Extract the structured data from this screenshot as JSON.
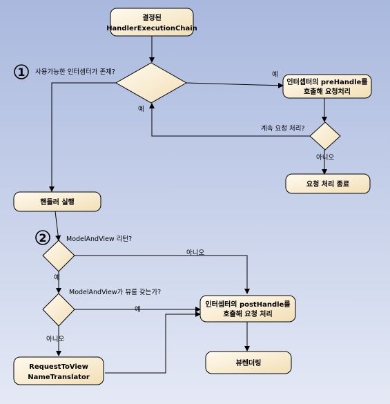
{
  "nodes": {
    "start": {
      "line1": "결정된",
      "line2": "HandlerExecutionChain"
    },
    "prehandle": {
      "line1": "인터셉터의 preHandle를",
      "line2": "호출해 요청처리"
    },
    "end_request": {
      "label": "요청 처리 종료"
    },
    "run_handler": {
      "label": "핸들러 실행"
    },
    "translator": {
      "line1": "RequestToView",
      "line2": "NameTranslator"
    },
    "posthandle": {
      "line1": "인터셉터의 postHandle를",
      "line2": "호출해 요청 처리"
    },
    "render": {
      "label": "뷰렌더링"
    }
  },
  "decisions": {
    "interceptor_exists": "사용가능한 인터셉터가 존재?",
    "continue": "계속 요청 처리?",
    "returns_mav": "ModelAndView 리턴?",
    "has_view": "ModelAndView가 뷰를 갖는가?"
  },
  "edge_labels": {
    "yes_prehandle": "예",
    "yes_loop": "예",
    "no_end": "아니오",
    "no_mav": "아니오",
    "yes_mav": "예",
    "yes_view": "예",
    "no_view": "아니오"
  },
  "steps": {
    "one": "1",
    "two": "2"
  },
  "colors": {
    "background_top": "#a9b8de",
    "background_bottom": "#e4e9f5",
    "node_fill_light": "#fffaf0",
    "node_fill_dark": "#f2dfb6",
    "stroke": "#000000"
  }
}
